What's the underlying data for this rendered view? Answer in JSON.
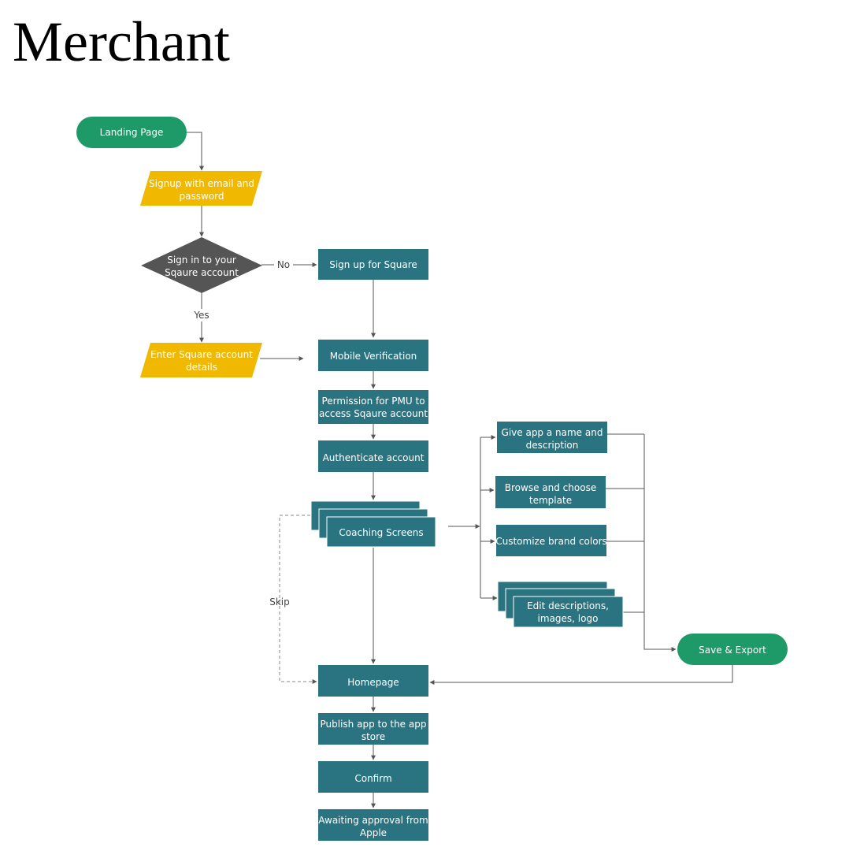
{
  "title": "Merchant",
  "colors": {
    "terminal": "#1e9a68",
    "io": "#f1b800",
    "decision": "#555555",
    "process": "#2a7482",
    "process_border": "#ffffff",
    "edge": "#555555"
  },
  "nodes": {
    "landing": "Landing Page",
    "signup": [
      "Signup with email and",
      "password"
    ],
    "decision": [
      "Sign in to your",
      "Sqaure account"
    ],
    "square_signup": "Sign up for Square",
    "enter_details": [
      "Enter Square account",
      "details"
    ],
    "mobile": "Mobile Verification",
    "permission": [
      "Permission for PMU to",
      "access Sqaure account"
    ],
    "authenticate": "Authenticate account",
    "coaching": "Coaching Screens",
    "give_name": [
      "Give app a name and",
      "description"
    ],
    "browse": [
      "Browse and choose",
      "template"
    ],
    "customize": "Customize brand colors",
    "edit": [
      "Edit descriptions,",
      "images, logo"
    ],
    "save": "Save & Export",
    "homepage": "Homepage",
    "publish": [
      "Publish app to the app",
      "store"
    ],
    "confirm": "Confirm",
    "awaiting": [
      "Awaiting approval from",
      "Apple"
    ]
  },
  "edge_labels": {
    "no": "No",
    "yes": "Yes",
    "skip": "Skip"
  }
}
